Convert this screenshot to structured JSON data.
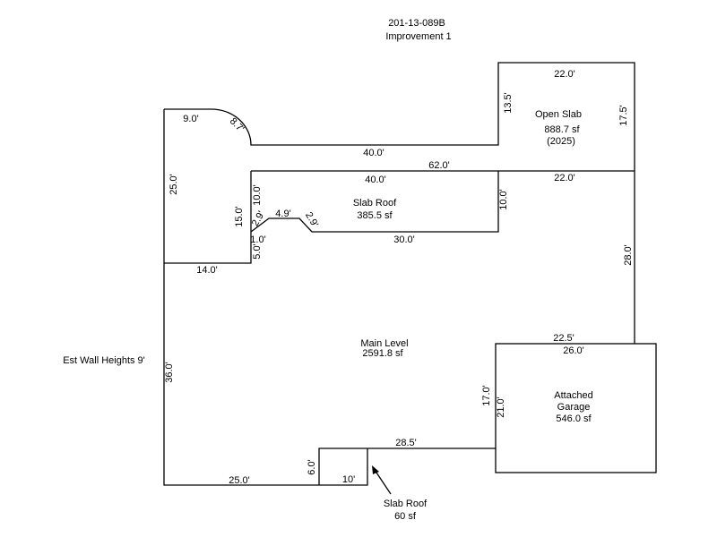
{
  "header": {
    "parcel_id": "201-13-089B",
    "improvement": "Improvement 1"
  },
  "wall_note": "Est Wall Heights 9'",
  "areas": {
    "open_slab": {
      "name": "Open Slab",
      "area": "888.7 sf",
      "year": "(2025)"
    },
    "slab_roof_top": {
      "name": "Slab Roof",
      "area": "385.5 sf"
    },
    "main_level": {
      "name": "Main Level",
      "area": "2591.8 sf"
    },
    "garage": {
      "name_line1": "Attached",
      "name_line2": "Garage",
      "area": "546.0 sf"
    },
    "slab_roof_bottom": {
      "name": "Slab Roof",
      "area": "60 sf"
    }
  },
  "dimensions": {
    "d_9_0": "9.0'",
    "d_8_7": "8.7'",
    "d_25_0_left": "25.0'",
    "d_40_0_upper": "40.0'",
    "d_13_5": "13.5'",
    "d_22_0_top": "22.0'",
    "d_17_5": "17.5'",
    "d_62_0": "62.0'",
    "d_40_0_inner": "40.0'",
    "d_22_0_mid": "22.0'",
    "d_10_0_left": "10.0'",
    "d_15_0": "15.0'",
    "d_2_9_left": "2.9'",
    "d_4_9": "4.9'",
    "d_2_9_right": "2.9'",
    "d_10_0_right": "10.0'",
    "d_30_0": "30.0'",
    "d_1_0": "1.0'",
    "d_5_0": "5.0'",
    "d_14_0": "14.0'",
    "d_28_0": "28.0'",
    "d_22_5": "22.5'",
    "d_26_0": "26.0'",
    "d_17_0": "17.0'",
    "d_21_0": "21.0'",
    "d_36_0": "36.0'",
    "d_28_5": "28.5'",
    "d_6_0": "6.0'",
    "d_10": "10'",
    "d_25_0_bottom": "25.0'"
  }
}
